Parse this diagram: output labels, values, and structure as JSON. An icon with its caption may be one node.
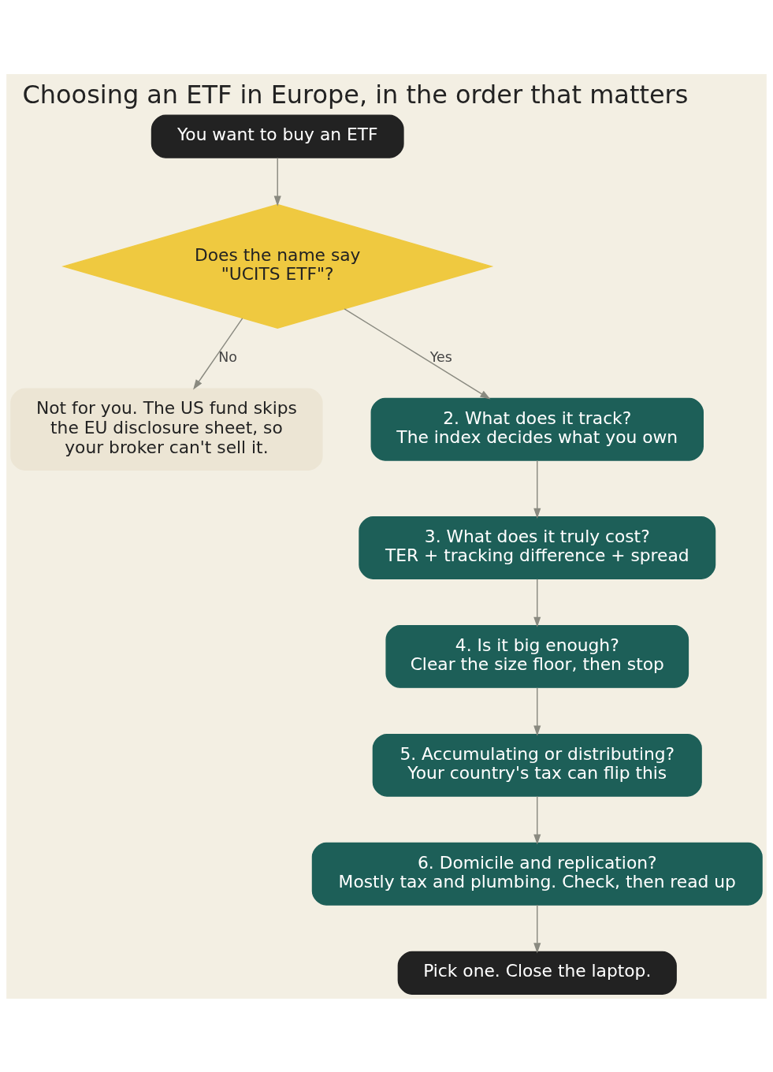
{
  "diagram": {
    "title": "Choosing an ETF in Europe, in the order that matters",
    "nodes": [
      {
        "text": [
          "You want to buy an ETF"
        ]
      },
      {
        "text": [
          "Does the name say \"UCITS ETF\"?"
        ]
      },
      {
        "text": [
          "Not for you. The US fund skips the EU disclosure sheet, so your broker can't sell it."
        ]
      },
      {
        "text": [
          "2. What does it track?",
          "The index decides what you own"
        ]
      },
      {
        "text": [
          "3. What does it truly cost?",
          "TER + tracking difference + spread"
        ]
      },
      {
        "text": [
          "4. Is it big enough?",
          "Clear the size floor, then stop"
        ]
      },
      {
        "text": [
          "5. Accumulating or distributing?",
          "Your country's tax can flip this"
        ]
      },
      {
        "text": [
          "6. Domicile and replication?",
          "Mostly tax and plumbing. Check, then read up"
        ]
      },
      {
        "text": [
          "Pick one. Close the laptop."
        ]
      }
    ],
    "edges": [
      {
        "from": 0,
        "to": 1,
        "arrow": "to"
      },
      {
        "from": 1,
        "to": 2,
        "arrow": "to",
        "label": "No"
      },
      {
        "from": 1,
        "to": 3,
        "arrow": "to",
        "label": "Yes"
      },
      {
        "from": 3,
        "to": 4,
        "arrow": "to"
      },
      {
        "from": 4,
        "to": 5,
        "arrow": "to"
      },
      {
        "from": 5,
        "to": 6,
        "arrow": "to"
      },
      {
        "from": 6,
        "to": 7,
        "arrow": "to"
      },
      {
        "from": 7,
        "to": 8,
        "arrow": "to"
      }
    ]
  }
}
